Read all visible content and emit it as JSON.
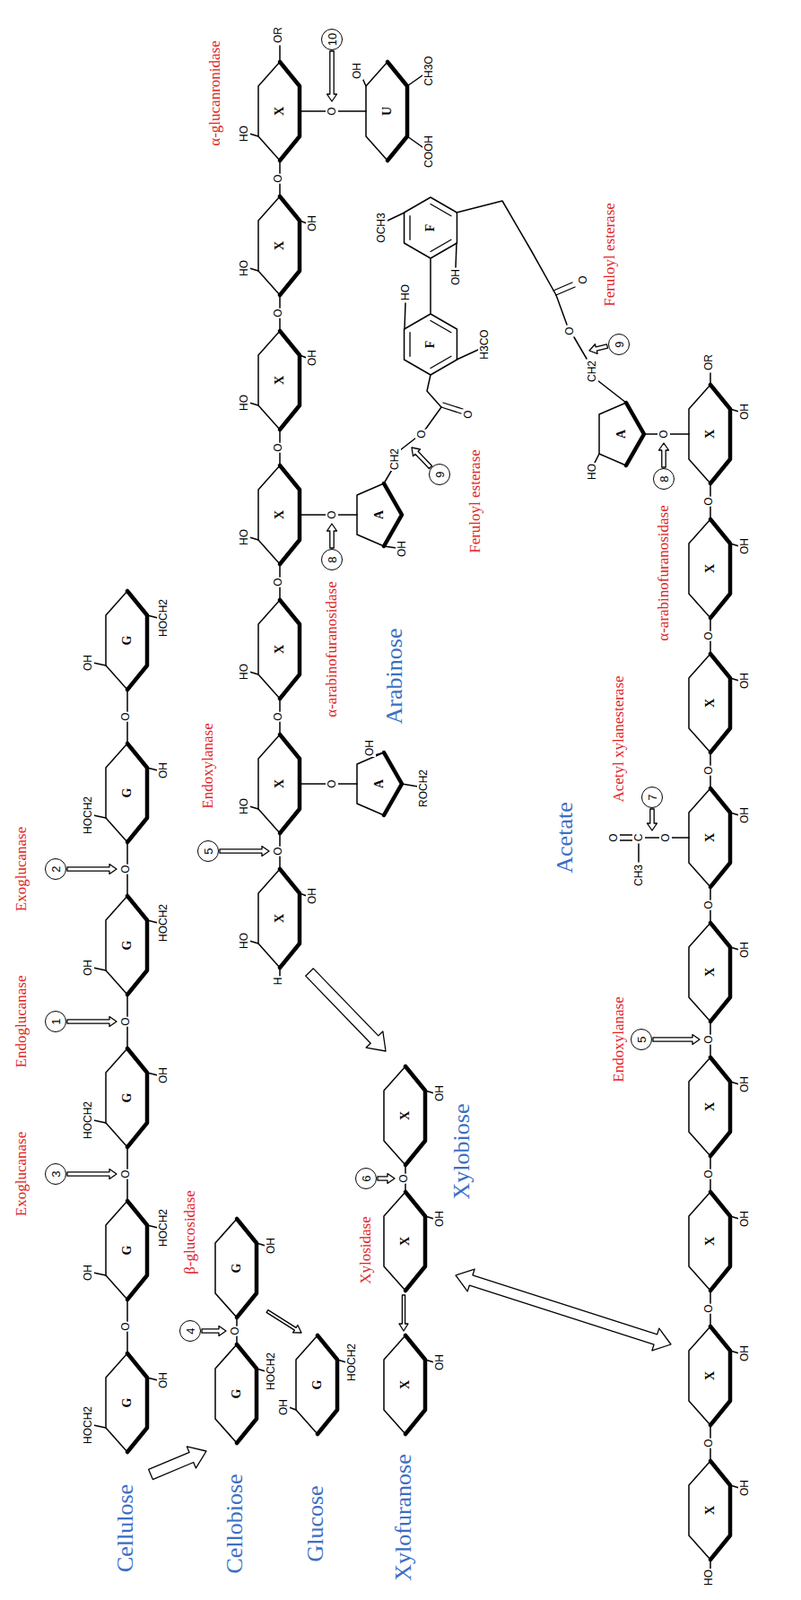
{
  "diagram": {
    "nodes": [
      {
        "text": [
          "3"
        ]
      },
      {
        "text": [
          "1"
        ]
      },
      {
        "text": [
          "2"
        ]
      },
      {
        "text": [
          "4"
        ]
      },
      {
        "text": [
          "5"
        ]
      },
      {
        "text": [
          "6"
        ]
      },
      {
        "text": [
          "8"
        ]
      },
      {
        "text": [
          "9"
        ]
      },
      {
        "text": [
          "10"
        ]
      },
      {
        "text": [
          "5"
        ]
      },
      {
        "text": [
          "7"
        ]
      },
      {
        "text": [
          "8"
        ]
      },
      {
        "text": [
          "9"
        ]
      }
    ],
    "labels": [
      "Exoglucanase",
      "Endoglucanase",
      "Exoglucanase",
      "Cellulose",
      "Cellobiose",
      "β-glucosidase",
      "Glucose",
      "Xylofuranose",
      "Xylosidase",
      "Xylobiose",
      "Endoxylanase",
      "Arabinose",
      "α-arabinofuranosidase",
      "Feruloyl esterase",
      "α-glucanronidase",
      "Acetate",
      "Endoxylanase",
      "Acetyl xylanesterase",
      "α-arabinofuranosidase",
      "Feruloyl esterase",
      "G",
      "G",
      "G",
      "G",
      "G",
      "G",
      "G",
      "G",
      "G",
      "X",
      "X",
      "X",
      "X",
      "X",
      "X",
      "X",
      "X",
      "X",
      "X",
      "A",
      "A",
      "F",
      "F",
      "U",
      "X",
      "X",
      "X",
      "X",
      "X",
      "X",
      "X",
      "X",
      "X",
      "A",
      "HOCH2",
      "OH",
      "OH",
      "HOCH2",
      "HOCH2",
      "OH",
      "OH",
      "HOCH2",
      "HOCH2",
      "OH",
      "OH",
      "HOCH2",
      "O",
      "O",
      "O",
      "O",
      "O",
      "HOCH2",
      "OH",
      "O",
      "OH",
      "HOCH2",
      "OH",
      "OH",
      "OH",
      "O",
      "H",
      "O",
      "O",
      "O",
      "O",
      "O",
      "O",
      "HO",
      "HO",
      "HO",
      "HO",
      "HO",
      "HO",
      "HO",
      "OH",
      "OH",
      "OH",
      "OR",
      "O",
      "O",
      "O",
      "ROCH2",
      "OH",
      "OH",
      "CH2",
      "O",
      "O",
      "HO",
      "OH",
      "H3CO",
      "OCH3",
      "COOH",
      "CH3O",
      "OH",
      "HO",
      "O",
      "O",
      "O",
      "O",
      "O",
      "O",
      "O",
      "O",
      "OH",
      "OH",
      "OH",
      "OH",
      "OH",
      "OH",
      "OH",
      "OH",
      "OH",
      "OR",
      "O",
      "C",
      "CH3",
      "O",
      "O",
      "HO",
      "CH2",
      "O",
      "O"
    ]
  }
}
